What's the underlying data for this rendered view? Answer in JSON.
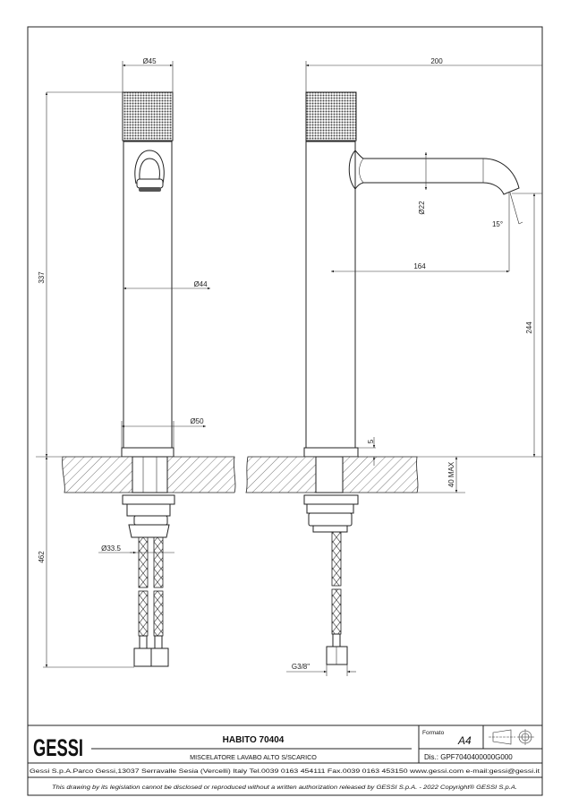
{
  "drawing": {
    "dimensions": {
      "top_diameter": "Ø45",
      "height_total": "337",
      "body_diameter": "Ø44",
      "base_diameter": "Ø50",
      "height_below": "462",
      "hose_diameter": "Ø33.5",
      "projection": "200",
      "spout_diameter": "Ø22",
      "spout_angle": "15°",
      "spout_reach": "164",
      "spout_height": "244",
      "base_height": "5",
      "deck_thickness": "40 MAX",
      "connection": "G3/8\""
    }
  },
  "title_block": {
    "logo": "GESSI",
    "product_name": "HABITO 70404",
    "description": "MISCELATORE LAVABO ALTO S/SCARICO",
    "format_label": "Formato",
    "format_value": "A4",
    "drawing_number": "Dis.: GPF7040400000G000",
    "address": "Gessi S.p.A.Parco Gessi,13037 Serravalle Sesia (Vercelli) Italy Tel.0039 0163 454111 Fax.0039 0163 453150 www.gessi.com e-mail:gessi@gessi.it",
    "disclaimer": "This drawing by its legislation cannot be disclosed or reproduced without a written authorization released by GESSI S.p.A. - 2022 Copyright® GESSI S.p.A."
  }
}
